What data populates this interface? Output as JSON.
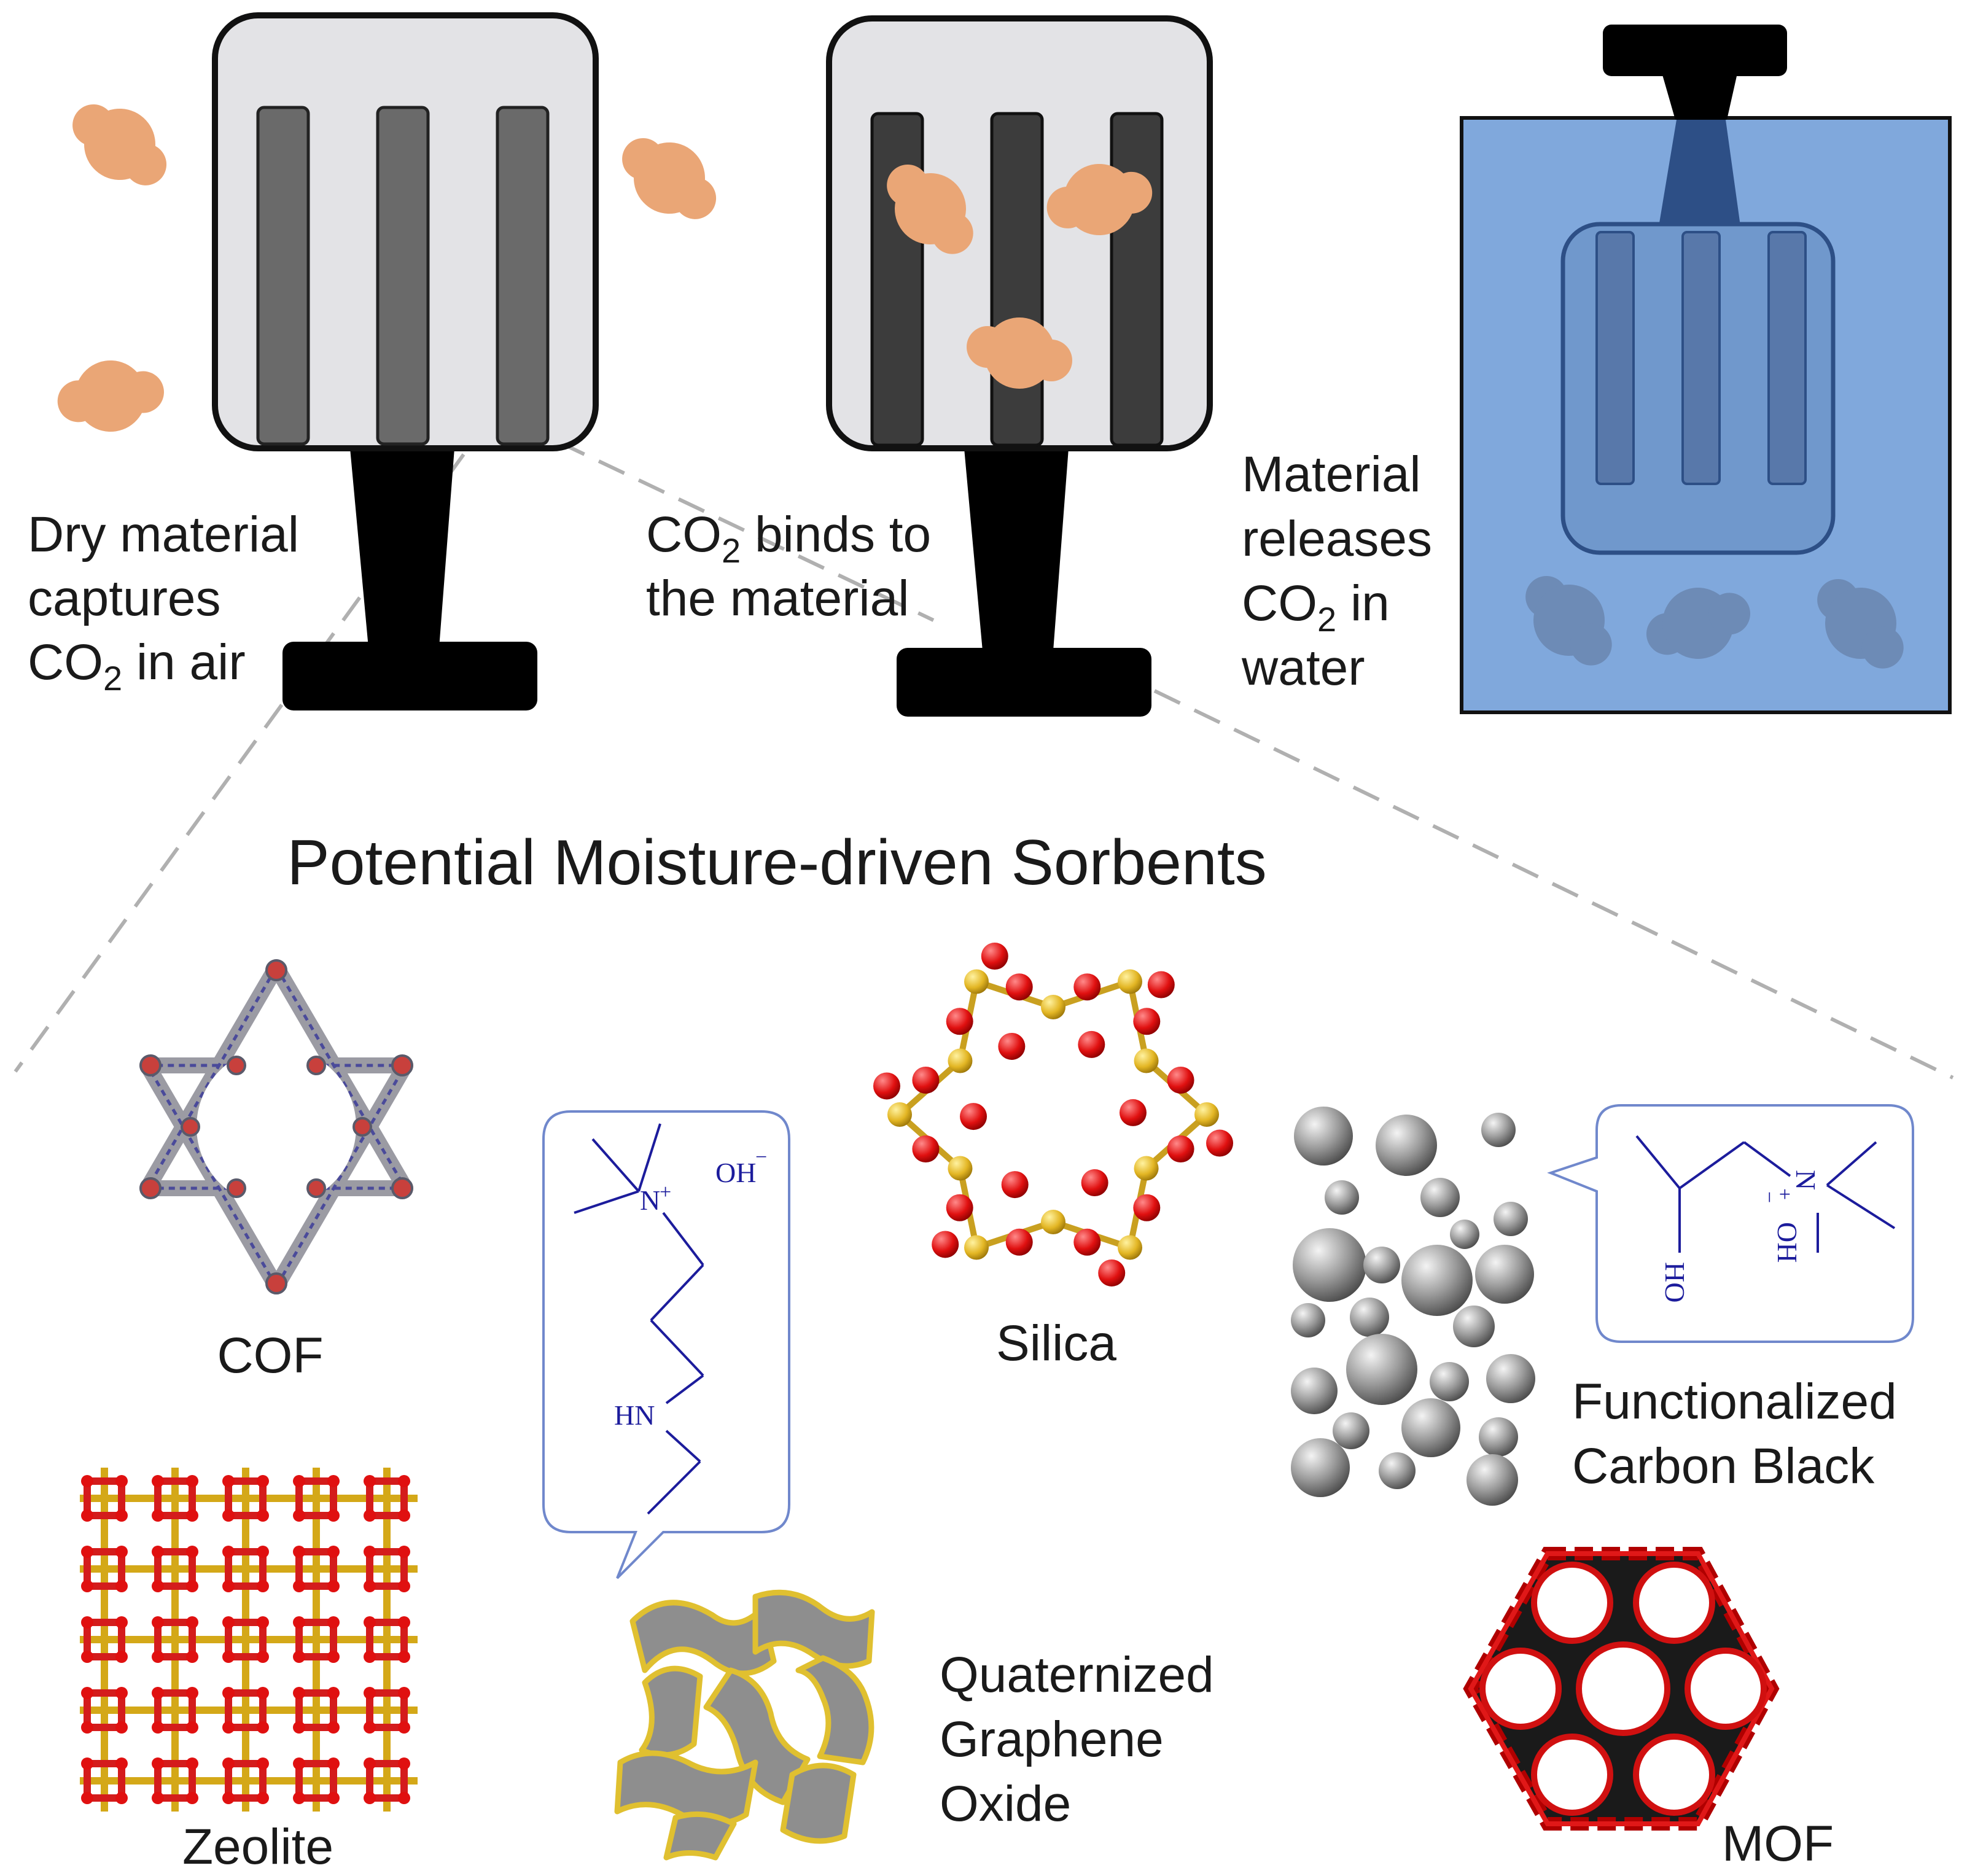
{
  "title": "Potential Moisture-driven Sorbents",
  "steps": [
    {
      "lines": [
        "Dry material",
        "captures",
        "CO",
        "2",
        " in air"
      ]
    },
    {
      "lines": [
        "CO",
        "2",
        " binds to",
        "the material"
      ]
    },
    {
      "lines": [
        "Material",
        "releases",
        "CO",
        "2",
        " in",
        "water"
      ]
    }
  ],
  "materials": {
    "cof": "COF",
    "silica": "Silica",
    "zeolite": "Zeolite",
    "qgo_1": "Quaternized",
    "qgo_2": "Graphene",
    "qgo_3": "Oxide",
    "fcb_1": "Functionalized",
    "fcb_2": "Carbon Black",
    "mof": "MOF"
  },
  "chem_labels": {
    "n_plus": "N",
    "plus": "+",
    "oh": "OH",
    "minus": "−",
    "hn": "HN",
    "ho": "HO"
  },
  "colors": {
    "co2": "#eaa676",
    "frame_fill": "#e3e3e6",
    "water": "#80a8dc",
    "chem_blue": "#1c1c9c",
    "bubble_border": "#7088cc"
  }
}
